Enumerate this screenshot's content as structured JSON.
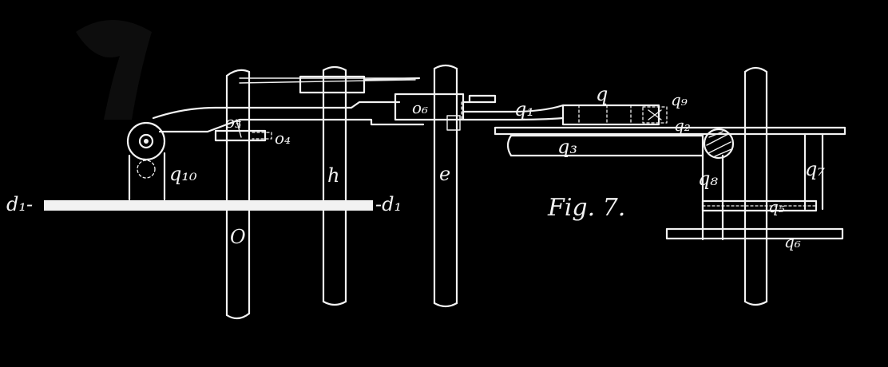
{
  "figure": {
    "caption": "Fig. 7.",
    "labels": {
      "d1_left": "d₁-",
      "d1_right": "-d₁",
      "O": "O",
      "h": "h",
      "e": "e",
      "o4": "o₄",
      "o5": "o₅",
      "o6": "o₆",
      "q": "q",
      "q1": "q₁",
      "q2": "q₂",
      "q3": "q₃",
      "q5": "q₅",
      "q6": "q₆",
      "q7": "q₇",
      "q8": "q₈",
      "q9": "q₉",
      "q10": "q₁₀"
    }
  },
  "colors": {
    "background": "#000000",
    "ink": "#f2f2f2"
  }
}
